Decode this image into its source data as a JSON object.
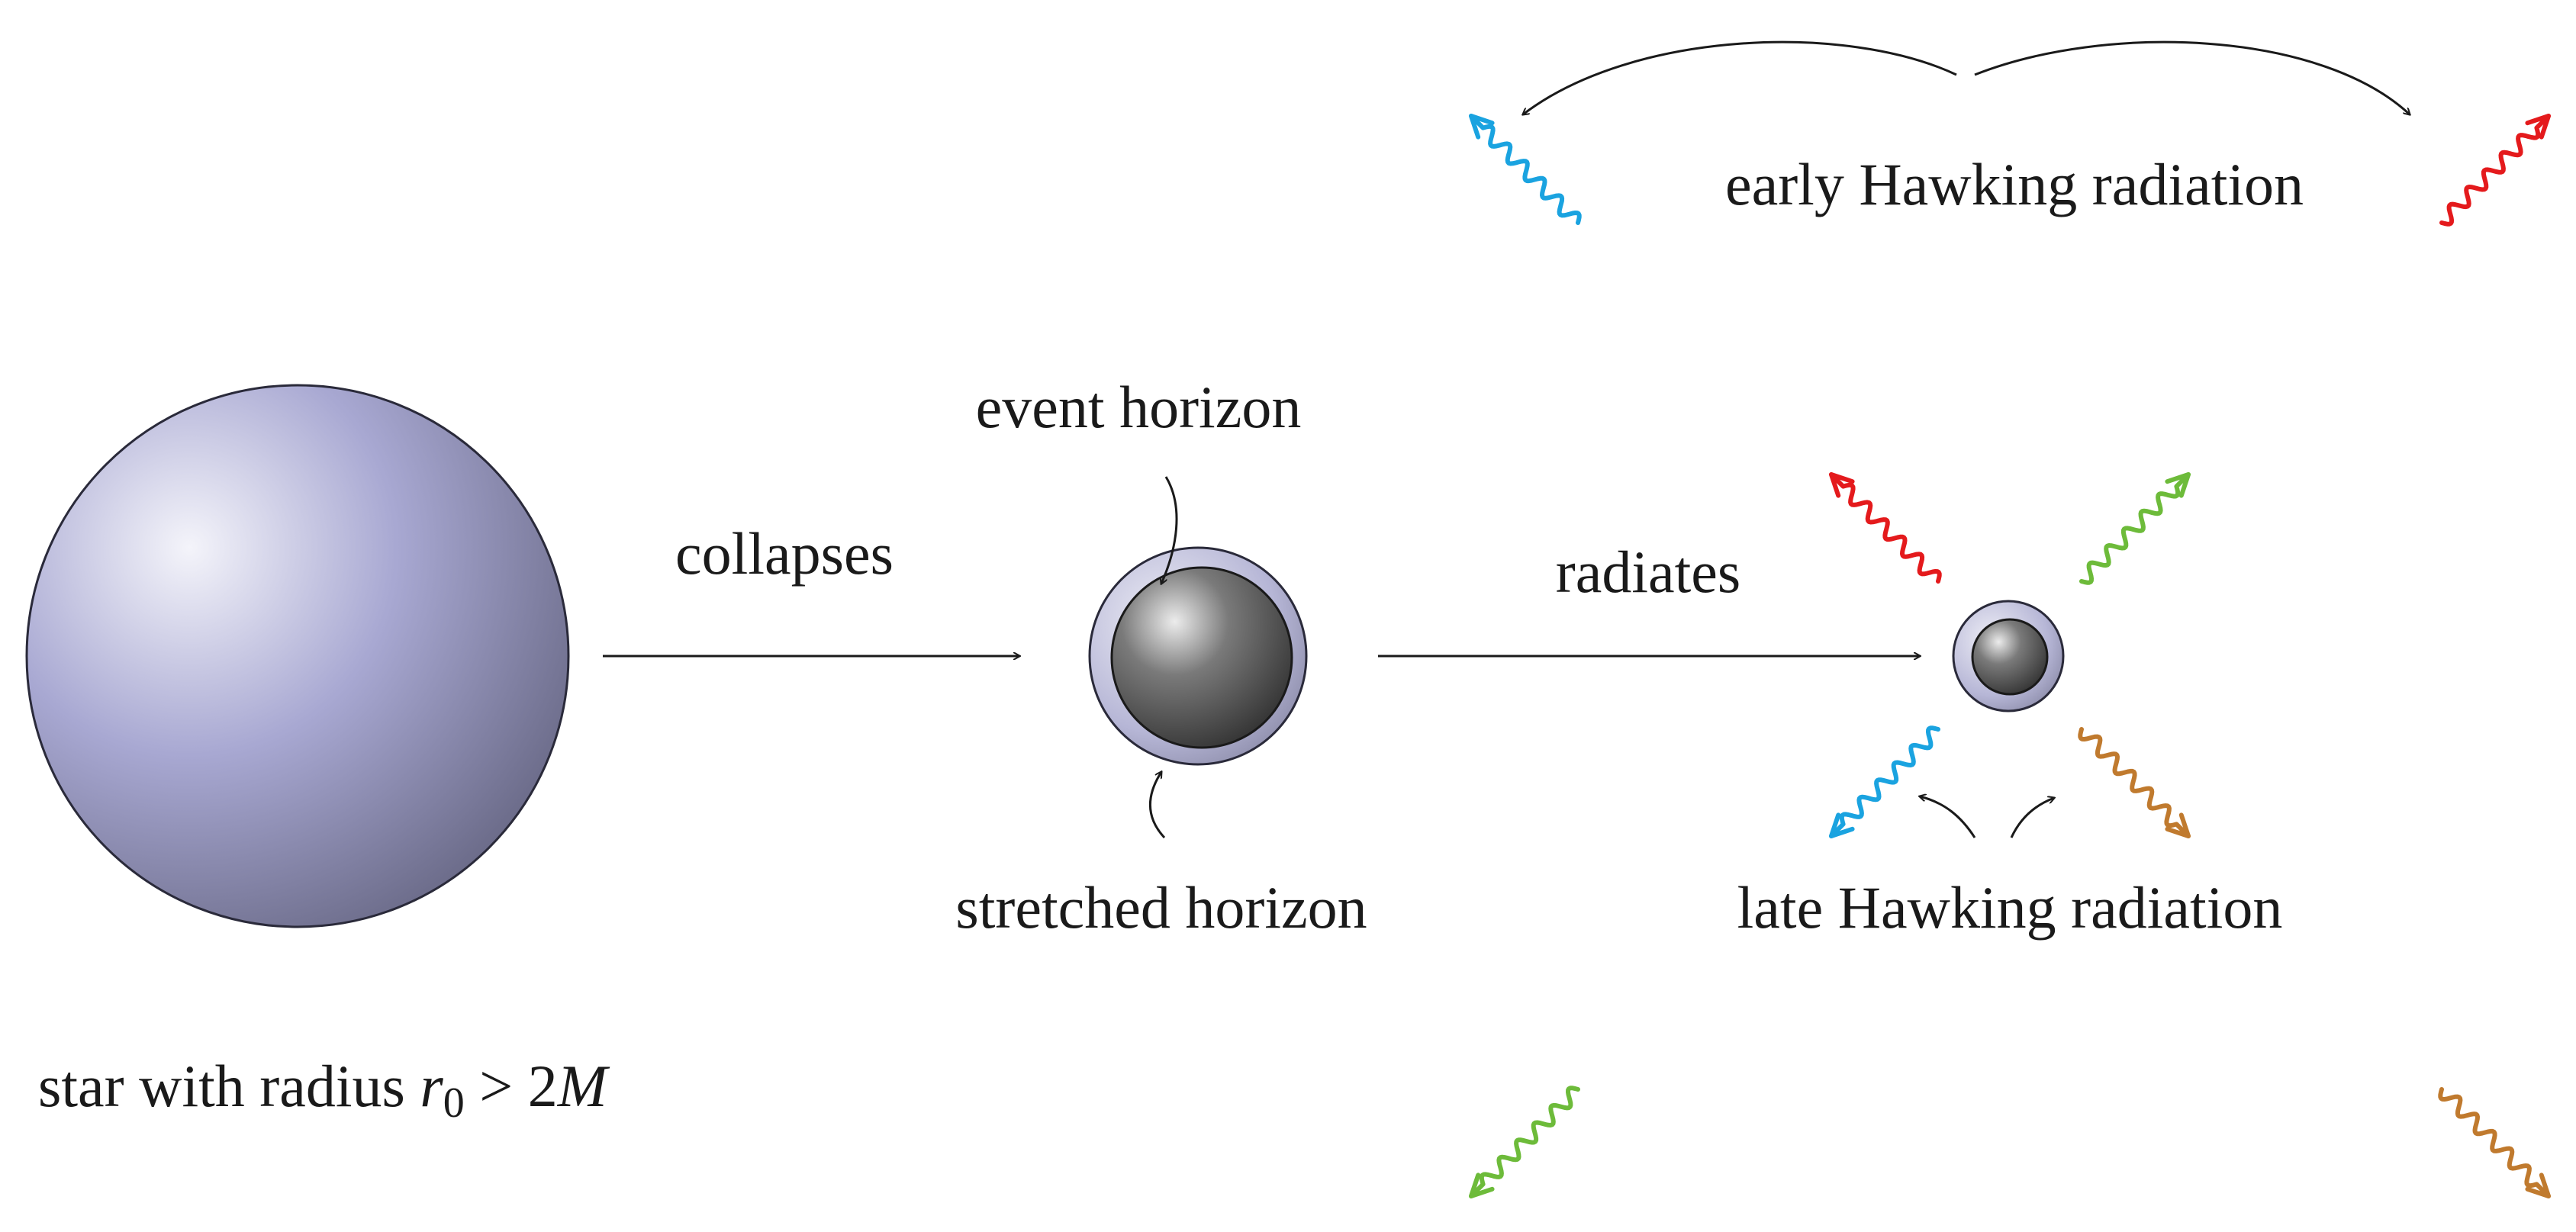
{
  "labels": {
    "early_radiation": "early Hawking radiation",
    "event_horizon": "event horizon",
    "collapses": "collapses",
    "radiates": "radiates",
    "stretched_horizon": "stretched horizon",
    "late_radiation": "late Hawking radiation",
    "star_caption_prefix": "star with radius ",
    "star_caption_var": "r",
    "star_caption_sub": "0",
    "star_caption_rel": " > 2",
    "star_caption_mass": "M"
  },
  "colors": {
    "star": "#a8a8cc",
    "black_hole": "#4a4a4a",
    "stretched_shell": "#b4b4d4",
    "photon_blue": "#1aa3e0",
    "photon_red": "#e41a1c",
    "photon_green": "#6dbb3a",
    "photon_brown": "#c07a2e",
    "arrow": "#1a1a1a"
  },
  "icons": [
    "wavy-photon-arrow",
    "curved-pointer-arrow",
    "straight-arrow"
  ]
}
